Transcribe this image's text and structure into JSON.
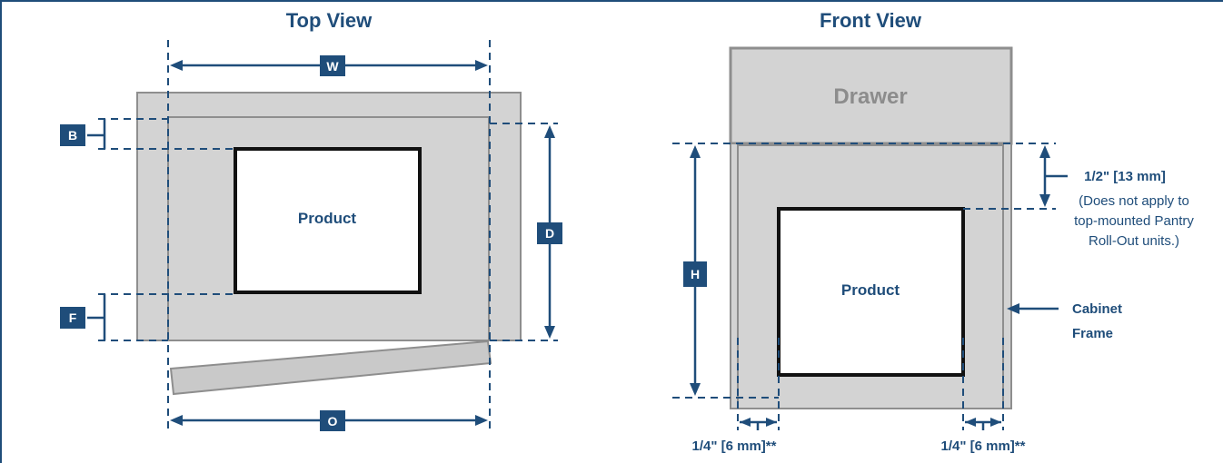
{
  "top_view": {
    "title": "Top View",
    "product_label": "Product",
    "labels": {
      "w": "W",
      "b": "B",
      "d": "D",
      "f": "F",
      "o": "O"
    }
  },
  "front_view": {
    "title": "Front View",
    "drawer_label": "Drawer",
    "product_label": "Product",
    "h_label": "H",
    "top_clearance": "1/2\" [13 mm]",
    "top_note_lines": [
      "(Does not apply to",
      "top-mounted Pantry",
      "Roll-Out units.)"
    ],
    "cabinet_frame_lines": [
      "Cabinet",
      "Frame"
    ],
    "side_clearance_left": "1/4\" [6 mm]**",
    "side_clearance_right": "1/4\" [6 mm]**"
  },
  "colors": {
    "navy": "#1f4d7a",
    "cabinet_fill": "#d3d3d3",
    "cabinet_stroke": "#8e8e8e",
    "drawer_text": "#8c8c8c"
  }
}
